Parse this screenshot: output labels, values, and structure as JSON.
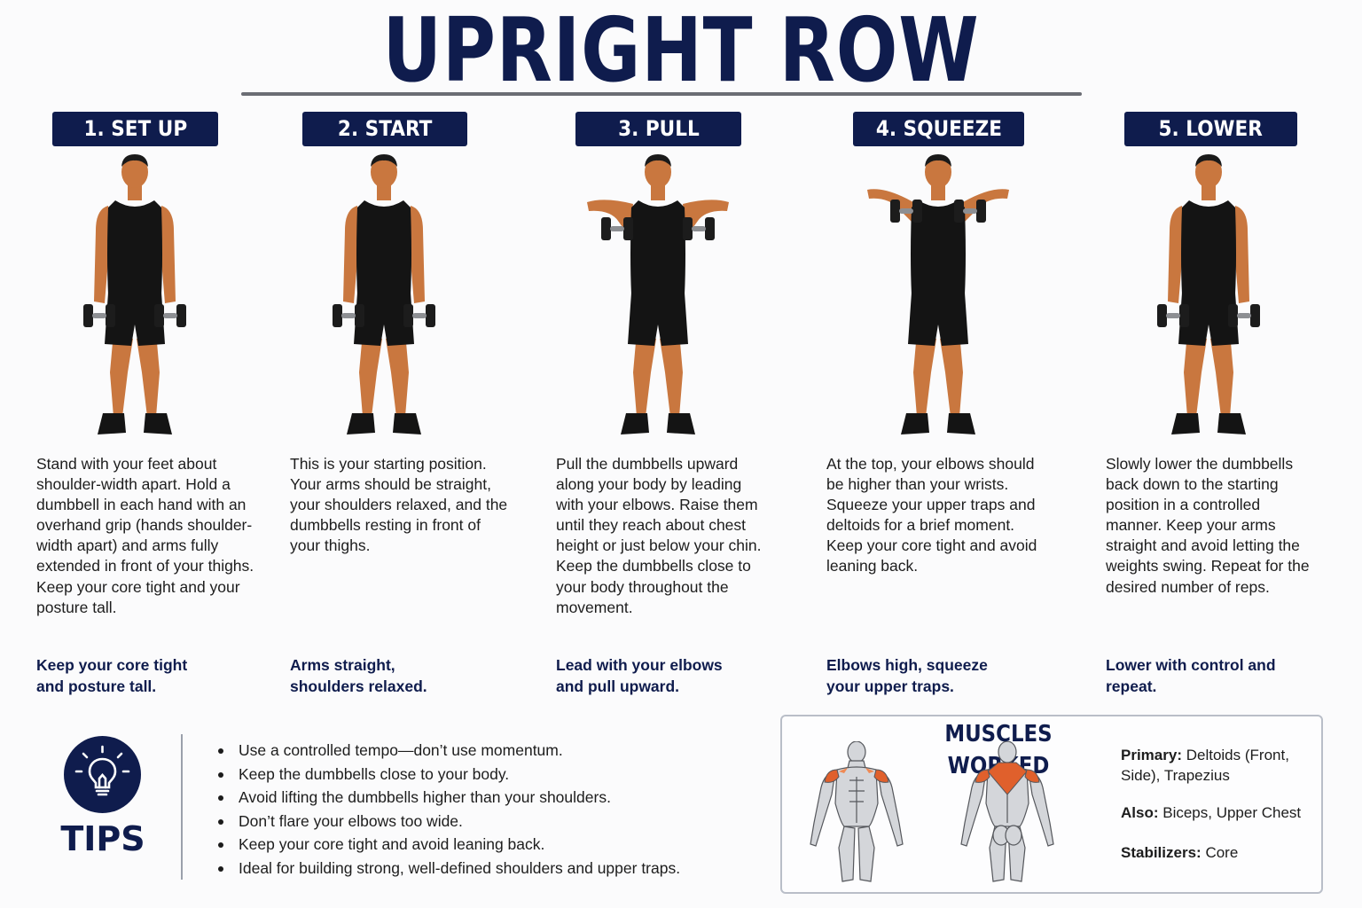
{
  "title": "UPRIGHT ROW",
  "colors": {
    "navy": "#0f1c4d",
    "skin": "#c9773f",
    "muscle_highlight": "#e0602c",
    "clothing": "#141414"
  },
  "steps": [
    {
      "label": "1. SET UP",
      "pose": "arms-down",
      "description": "Stand with your feet about shoulder-width apart. Hold a dumbbell in each hand with an overhand grip (hands shoulder-width apart) and arms fully extended in front of your thighs. Keep your core tight and your posture tall.",
      "cue": "Keep your core tight and posture tall."
    },
    {
      "label": "2. START",
      "pose": "arms-down",
      "description": "This is your starting position. Your arms should be straight, your shoulders relaxed, and the dumbbells resting in front of your thighs.",
      "cue": "Arms straight, shoulders relaxed."
    },
    {
      "label": "3. PULL",
      "pose": "arms-up",
      "description": "Pull the dumbbells upward along your body by leading with your elbows. Raise them until they reach about chest height or just below your chin. Keep the dumbbells close to your body throughout the movement.",
      "cue": "Lead with your elbows and pull upward."
    },
    {
      "label": "4. SQUEEZE",
      "pose": "arms-top",
      "description": "At the top, your elbows should be higher than your wrists. Squeeze your upper traps and deltoids for a brief moment. Keep your core tight and avoid leaning back.",
      "cue": "Elbows high, squeeze your upper traps."
    },
    {
      "label": "5. LOWER",
      "pose": "arms-down",
      "description": "Slowly lower the dumbbells back down to the starting position in a controlled manner. Keep your arms straight and avoid letting the weights swing. Repeat for the desired number of reps.",
      "cue": "Lower with control and repeat."
    }
  ],
  "tips": {
    "label": "TIPS",
    "icon": "lightbulb-icon",
    "items": [
      "Use a controlled tempo—don’t use momentum.",
      "Keep the dumbbells close to your body.",
      "Avoid lifting the dumbbells higher than your shoulders.",
      "Don’t flare your elbows too wide.",
      "Keep your core tight and avoid leaning back.",
      "Ideal for building strong, well-defined shoulders and upper traps."
    ]
  },
  "muscles": {
    "title": "MUSCLES WORKED",
    "primary_label": "Primary:",
    "primary_value": "Deltoids (Front, Side), Trapezius",
    "also_label": "Also:",
    "also_value": "Biceps, Upper Chest",
    "stabilizers_label": "Stabilizers:",
    "stabilizers_value": "Core"
  }
}
